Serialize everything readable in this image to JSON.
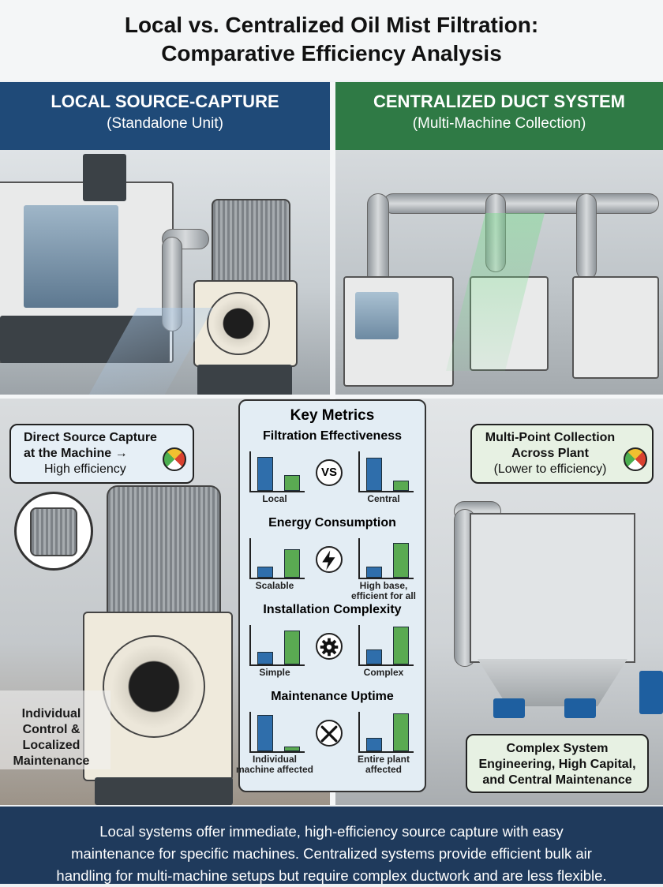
{
  "title": {
    "line1": "Local vs. Centralized Oil Mist Filtration:",
    "line2": "Comparative Efficiency Analysis"
  },
  "left_header": {
    "title": "LOCAL SOURCE-CAPTURE",
    "subtitle": "(Standalone Unit)",
    "color": "#1f4a78"
  },
  "right_header": {
    "title": "CENTRALIZED DUCT SYSTEM",
    "subtitle": "(Multi-Machine Collection)",
    "color": "#2f7a45"
  },
  "callouts": {
    "left_top": {
      "line1": "Direct Source Capture",
      "line2": "at the Machine →",
      "line3": "High efficiency"
    },
    "right_top": {
      "line1": "Multi-Point Collection",
      "line2": "Across Plant",
      "line3": "(Lower to efficiency)"
    },
    "left_bottom": {
      "line1": "Individual",
      "line2": "Control &",
      "line3": "Localized",
      "line4": "Maintenance"
    },
    "right_bottom": {
      "line1": "Complex System",
      "line2": "Engineering, High Capital,",
      "line3": "and Central Maintenance"
    }
  },
  "metrics": {
    "title": "Key Metrics",
    "sections": [
      {
        "title": "Filtration Effectiveness",
        "icon": "vs",
        "icon_text": "VS",
        "left_label": "Local",
        "right_label": "Central",
        "left_bars": [
          0.9,
          0.42
        ],
        "right_bars": [
          0.88,
          0.28
        ]
      },
      {
        "title": "Energy Consumption",
        "icon": "lightning-icon",
        "left_label": "Scalable",
        "right_label": "High base, efficient for all",
        "left_bars": [
          0.3,
          0.75
        ],
        "right_bars": [
          0.3,
          0.92
        ]
      },
      {
        "title": "Installation Complexity",
        "icon": "gear-icon",
        "left_label": "Simple",
        "right_label": "Complex",
        "left_bars": [
          0.33,
          0.9
        ],
        "right_bars": [
          0.4,
          1.0
        ]
      },
      {
        "title": "Maintenance Uptime",
        "icon": "wrench-screwdriver-icon",
        "left_label": "Individual machine affected",
        "right_label": "Entire plant affected",
        "left_bars": [
          0.95,
          0.12
        ],
        "right_bars": [
          0.35,
          1.0
        ]
      }
    ]
  },
  "footer": {
    "line1": "Local systems offer immediate, high-efficiency source capture with easy",
    "line2": "maintenance for specific machines. Centralized systems provide efficient bulk air",
    "line3": "handling for multi-machine setups but require complex ductwork and are less flexible."
  }
}
